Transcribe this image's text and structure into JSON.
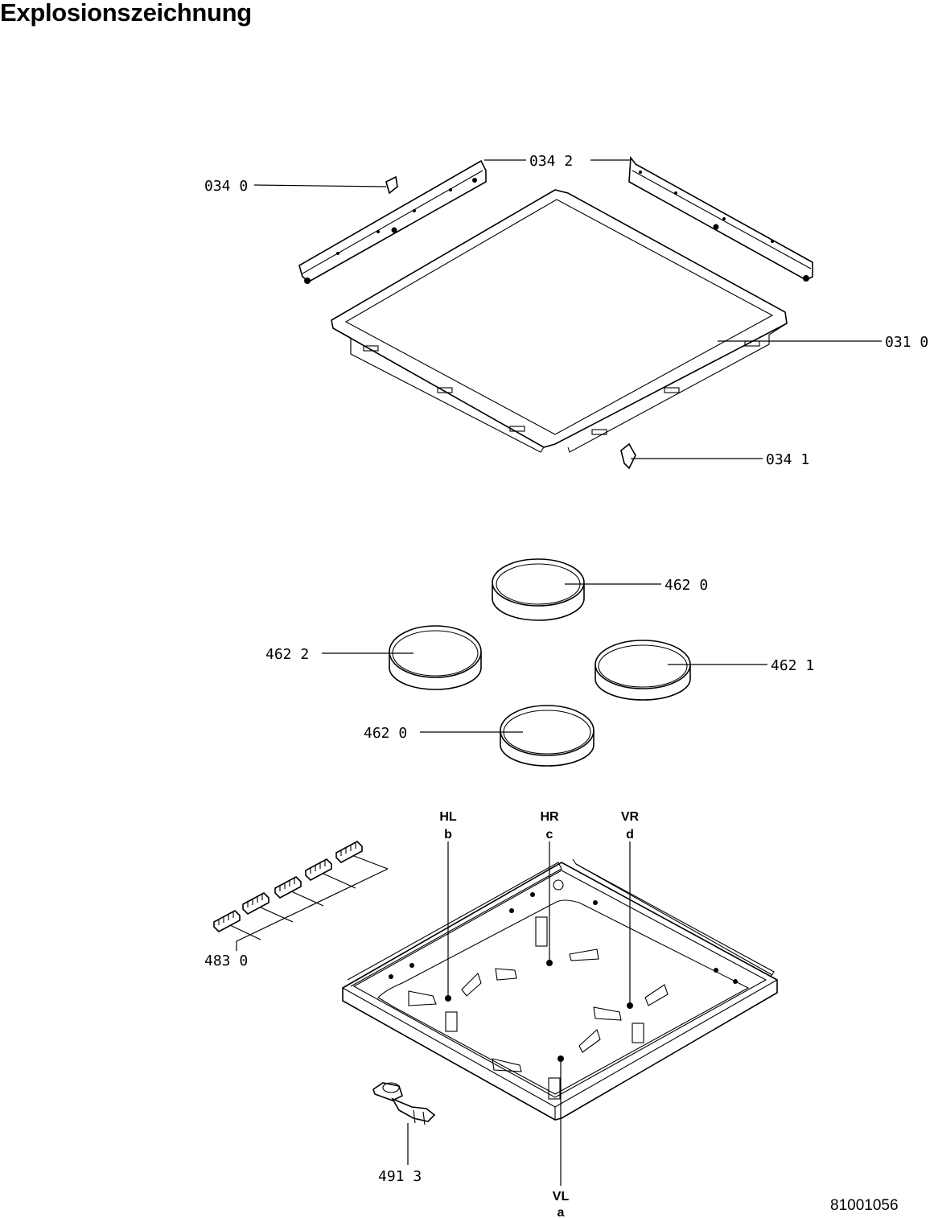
{
  "page": {
    "title": "Explosionszeichnung",
    "doc_number": "81001056"
  },
  "callouts": {
    "c0340": "034  0",
    "c0342": "034  2",
    "c0310": "031  0",
    "c0341": "034  1",
    "c4620_top": "462  0",
    "c4622": "462  2",
    "c4621": "462  1",
    "c4620_bottom": "462  0",
    "c4830": "483  0",
    "c4913": "491  3"
  },
  "positions": {
    "hl": {
      "code": "HL",
      "letter": "b"
    },
    "hr": {
      "code": "HR",
      "letter": "c"
    },
    "vr": {
      "code": "VR",
      "letter": "d"
    },
    "vl": {
      "code": "VL",
      "letter": "a"
    }
  }
}
